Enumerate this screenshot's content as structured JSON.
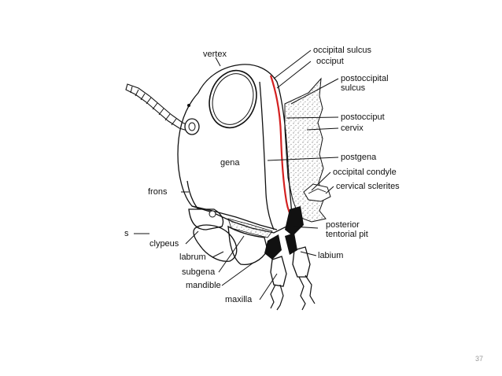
{
  "labels": {
    "vertex": "vertex",
    "occipital_sulcus": "occipital sulcus",
    "occiput": "occiput",
    "postoccipital_sulcus_line1": "postoccipital",
    "postoccipital_sulcus_line2": "sulcus",
    "postocciput": "postocciput",
    "cervix": "cervix",
    "postgena": "postgena",
    "gena": "gena",
    "occipital_condyle": "occipital condyle",
    "cervical_sclerites": "cervical sclerites",
    "frons": "frons",
    "cut_off": "s",
    "posterior_tentorial_pit_line1": "posterior",
    "posterior_tentorial_pit_line2": "tentorial pit",
    "clypeus": "clypeus",
    "labrum": "labrum",
    "labium": "labium",
    "subgena": "subgena",
    "mandible": "mandible",
    "maxilla": "maxilla"
  },
  "slide_number": "37",
  "colors": {
    "highlight": "#d42020",
    "stipple": "#9a9a9a",
    "line": "#111111",
    "slide_number": "#9a9a9a"
  }
}
